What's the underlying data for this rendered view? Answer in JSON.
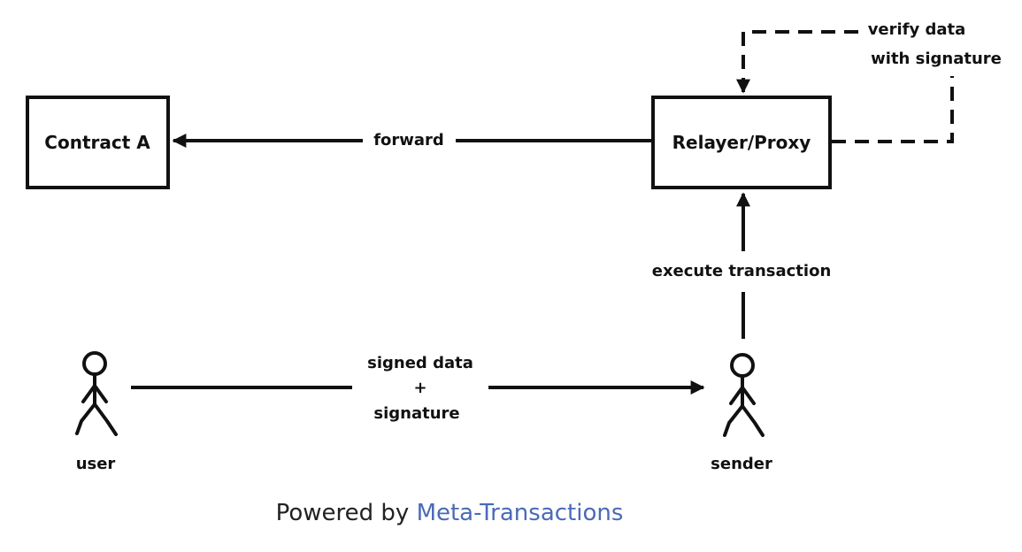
{
  "nodes": {
    "contract": {
      "label": "Contract A"
    },
    "relayer": {
      "label": "Relayer/Proxy"
    },
    "user": {
      "label": "user"
    },
    "sender": {
      "label": "sender"
    }
  },
  "edges": {
    "forward": {
      "label": "forward"
    },
    "verify": {
      "line1": "verify data",
      "line2": "with signature"
    },
    "execute": {
      "label": "execute transaction"
    },
    "signed": {
      "line1": "signed data",
      "line2": "+",
      "line3": "signature"
    }
  },
  "footer": {
    "prefix": "Powered by ",
    "brand": "Meta-Transactions",
    "brand_color": "#4a6ab8"
  },
  "colors": {
    "stroke": "#111111",
    "background": "#ffffff"
  }
}
